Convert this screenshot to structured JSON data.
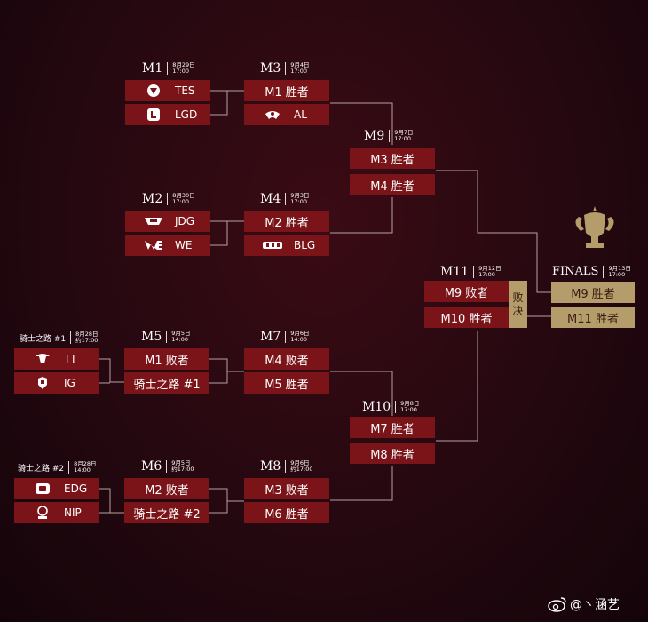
{
  "colors": {
    "background": "#250810",
    "box_red": "#7a1418",
    "box_gold": "#b49d6a",
    "line": "#d8c8c8"
  },
  "matches": {
    "m1": {
      "id": "M1",
      "date": [
        "8月29日",
        "17:00"
      ],
      "slots": [
        {
          "label": "TES",
          "logo": "tes-logo"
        },
        {
          "label": "LGD",
          "logo": "lgd-logo"
        }
      ]
    },
    "m2": {
      "id": "M2",
      "date": [
        "8月30日",
        "17:00"
      ],
      "slots": [
        {
          "label": "JDG",
          "logo": "jdg-logo"
        },
        {
          "label": "WE",
          "logo": "we-logo"
        }
      ]
    },
    "m3": {
      "id": "M3",
      "date": [
        "9月4日",
        "17:00"
      ],
      "slots": [
        {
          "label": "M1 胜者"
        },
        {
          "label": "AL",
          "logo": "al-logo"
        }
      ]
    },
    "m4": {
      "id": "M4",
      "date": [
        "9月3日",
        "17:00"
      ],
      "slots": [
        {
          "label": "M2 胜者"
        },
        {
          "label": "BLG",
          "logo": "blg-logo"
        }
      ]
    },
    "m9": {
      "id": "M9",
      "date": [
        "9月7日",
        "17:00"
      ],
      "slots": [
        {
          "label": "M3 胜者"
        },
        {
          "label": "M4 胜者"
        }
      ]
    },
    "q1": {
      "id": "骑士之路 #1",
      "date": [
        "8月28日",
        "约17:00"
      ],
      "slots": [
        {
          "label": "TT",
          "logo": "tt-logo"
        },
        {
          "label": "IG",
          "logo": "ig-logo"
        }
      ]
    },
    "q2": {
      "id": "骑士之路 #2",
      "date": [
        "8月28日",
        "14:00"
      ],
      "slots": [
        {
          "label": "EDG",
          "logo": "edg-logo"
        },
        {
          "label": "NIP",
          "logo": "nip-logo"
        }
      ]
    },
    "m5": {
      "id": "M5",
      "date": [
        "9月5日",
        "14:00"
      ],
      "slots": [
        {
          "label": "M1 败者"
        },
        {
          "label": "骑士之路 #1"
        }
      ]
    },
    "m6": {
      "id": "M6",
      "date": [
        "9月5日",
        "约17:00"
      ],
      "slots": [
        {
          "label": "M2 败者"
        },
        {
          "label": "骑士之路 #2"
        }
      ]
    },
    "m7": {
      "id": "M7",
      "date": [
        "9月6日",
        "14:00"
      ],
      "slots": [
        {
          "label": "M4 败者"
        },
        {
          "label": "M5 胜者"
        }
      ]
    },
    "m8": {
      "id": "M8",
      "date": [
        "9月6日",
        "约17:00"
      ],
      "slots": [
        {
          "label": "M3 败者"
        },
        {
          "label": "M6 胜者"
        }
      ]
    },
    "m10": {
      "id": "M10",
      "date": [
        "9月8日",
        "17:00"
      ],
      "slots": [
        {
          "label": "M7 胜者"
        },
        {
          "label": "M8 胜者"
        }
      ]
    },
    "m11": {
      "id": "M11",
      "date": [
        "9月12日",
        "17:00"
      ],
      "slots": [
        {
          "label": "M9 败者"
        },
        {
          "label": "M10 胜者"
        }
      ],
      "decider": [
        "败",
        "决"
      ]
    },
    "finals": {
      "id": "FINALS",
      "date": [
        "9月13日",
        "17:00"
      ],
      "slots": [
        {
          "label": "M9 胜者"
        },
        {
          "label": "M11 胜者"
        }
      ]
    }
  },
  "watermark": {
    "icon": "weibo-icon",
    "text": "@丶涵艺"
  }
}
